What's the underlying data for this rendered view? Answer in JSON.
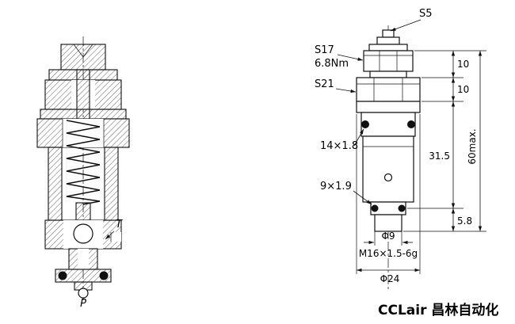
{
  "brand": "CCLair 昌林自动化",
  "left_view": {
    "port_t_label": "T",
    "port_p_label": "P"
  },
  "right_view": {
    "s5": "S5",
    "s17": "S17",
    "torque": "6.8Nm",
    "s21": "S21",
    "oring_upper": "14×1.8",
    "oring_lower": "9×1.9",
    "dia_9": "Φ9",
    "thread": "M16×1.5-6g",
    "dia_24": "Φ24",
    "dim_10_upper": "10",
    "dim_10_lower": "10",
    "dim_31_5": "31.5",
    "dim_5_8": "5.8",
    "dim_60max": "60max."
  }
}
